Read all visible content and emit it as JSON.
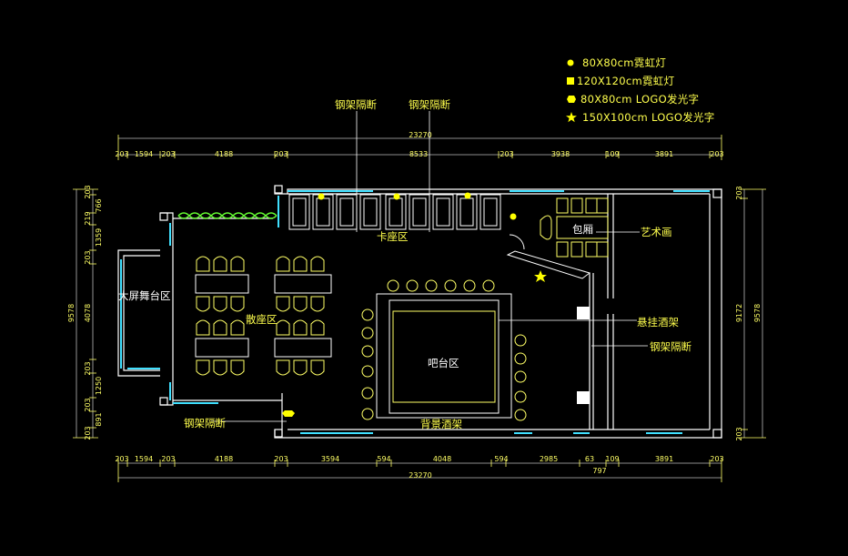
{
  "legend": [
    {
      "symbol": "dot",
      "label": "80X80cm霓虹灯"
    },
    {
      "symbol": "square",
      "label": "120X120cm霓虹灯"
    },
    {
      "symbol": "hexagon",
      "label": "80X80cm  LOGO发光字"
    },
    {
      "symbol": "star",
      "label": "150X100cm  LOGO发光字"
    }
  ],
  "labels": {
    "steel_partition_1": "钢架隔断",
    "steel_partition_2": "钢架隔断",
    "steel_partition_3": "钢架隔断",
    "steel_partition_4": "钢架隔断",
    "booth_area": "卡座区",
    "private_room": "包厢",
    "art_painting": "艺术画",
    "stage_area": "大屏舞台区",
    "loose_seating": "散座区",
    "bar_area": "吧台区",
    "hanging_wine_rack": "悬挂酒架",
    "back_wine_rack": "背景酒架"
  },
  "dims_top": {
    "total": "23270",
    "segments": [
      "203",
      "1594",
      "203",
      "4188",
      "203",
      "8533",
      "203",
      "3938",
      "109",
      "3891",
      "203"
    ]
  },
  "dims_bottom": {
    "total": "23270",
    "segments": [
      "203",
      "1594",
      "203",
      "4188",
      "203",
      "3594",
      "594",
      "4048",
      "594",
      "2985",
      "63",
      "109",
      "3891",
      "203"
    ],
    "extra": "797"
  },
  "dims_left": {
    "total": "9578",
    "segments": [
      "203",
      "219",
      "766",
      "1359",
      "203",
      "4078",
      "203",
      "1250",
      "203",
      "891",
      "203"
    ]
  },
  "dims_right": {
    "total": "9578",
    "inner": "9172",
    "segments": [
      "203",
      "203"
    ]
  },
  "colors": {
    "line": "#ffffff",
    "furniture": "#ffff66",
    "partition": "#40e0ff",
    "accent": "#ffff00",
    "dim": "#ffff66"
  }
}
